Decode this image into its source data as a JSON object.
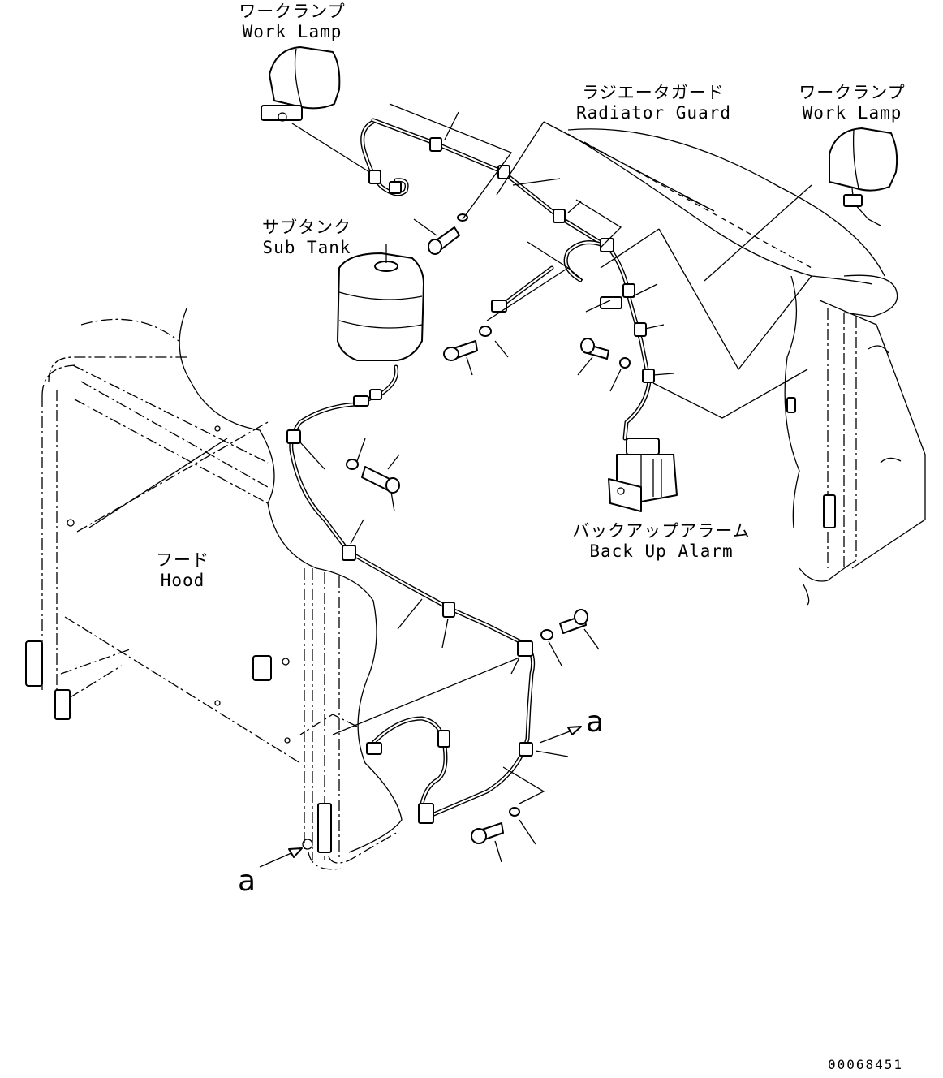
{
  "labels": {
    "work_lamp_left": {
      "jp": "ワークランプ",
      "en": "Work Lamp"
    },
    "radiator_guard": {
      "jp": "ラジエータガード",
      "en": "Radiator Guard"
    },
    "work_lamp_right": {
      "jp": "ワークランプ",
      "en": "Work Lamp"
    },
    "sub_tank": {
      "jp": "サブタンク",
      "en": "Sub Tank"
    },
    "hood": {
      "jp": "フード",
      "en": "Hood"
    },
    "back_up_alarm": {
      "jp": "バックアップアラーム",
      "en": "Back Up Alarm"
    }
  },
  "view_ref": {
    "upper": "a",
    "lower": "a"
  },
  "document_number": "00068451"
}
